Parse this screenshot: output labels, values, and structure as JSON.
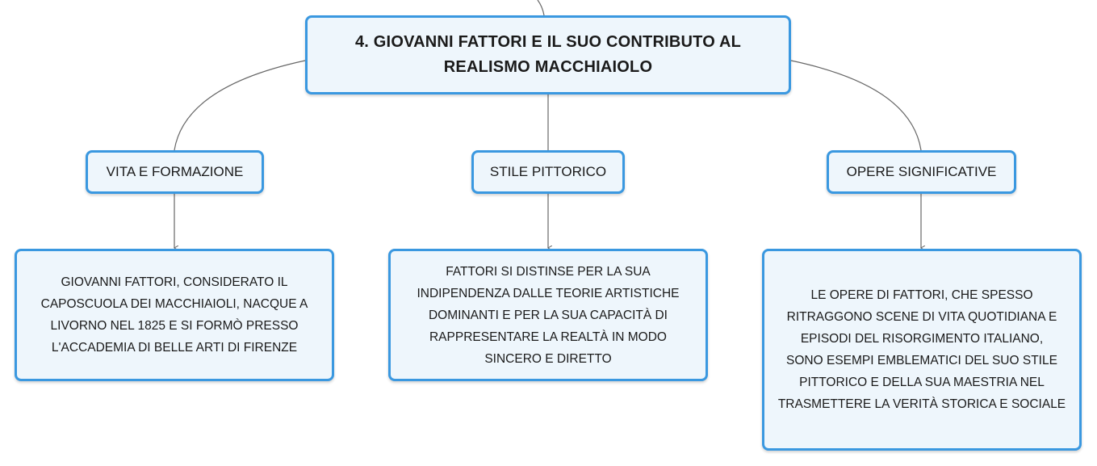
{
  "main_topic": {
    "line1": "4. GIOVANNI FATTORI E IL SUO CONTRIBUTO AL",
    "line2": "REALISMO MACCHIAIOLO"
  },
  "branches": [
    {
      "label": "VITA E FORMAZIONE",
      "detail_lines": [
        "GIOVANNI FATTORI, CONSIDERATO IL",
        "CAPOSCUOLA DEI MACCHIAIOLI, NACQUE A",
        "LIVORNO NEL 1825 E SI FORMÒ PRESSO",
        "L'ACCADEMIA DI BELLE ARTI DI FIRENZE"
      ]
    },
    {
      "label": "STILE PITTORICO",
      "detail_lines": [
        "FATTORI SI DISTINSE PER LA SUA",
        "INDIPENDENZA DALLE TEORIE ARTISTICHE",
        "DOMINANTI E PER LA SUA CAPACITÀ DI",
        "RAPPRESENTARE LA REALTÀ IN MODO",
        "SINCERO E DIRETTO"
      ]
    },
    {
      "label": "OPERE SIGNIFICATIVE",
      "detail_lines": [
        "LE OPERE DI FATTORI, CHE SPESSO",
        "RITRAGGONO SCENE DI VITA QUOTIDIANA E",
        "EPISODI DEL RISORGIMENTO ITALIANO,",
        "SONO ESEMPI EMBLEMATICI DEL SUO STILE",
        "PITTORICO E DELLA SUA MAESTRIA NEL",
        "TRASMETTERE LA VERITÀ STORICA E SOCIALE"
      ]
    }
  ],
  "colors": {
    "node_border": "#3a98e0",
    "node_fill": "#eef6fc",
    "connector": "#666666"
  }
}
